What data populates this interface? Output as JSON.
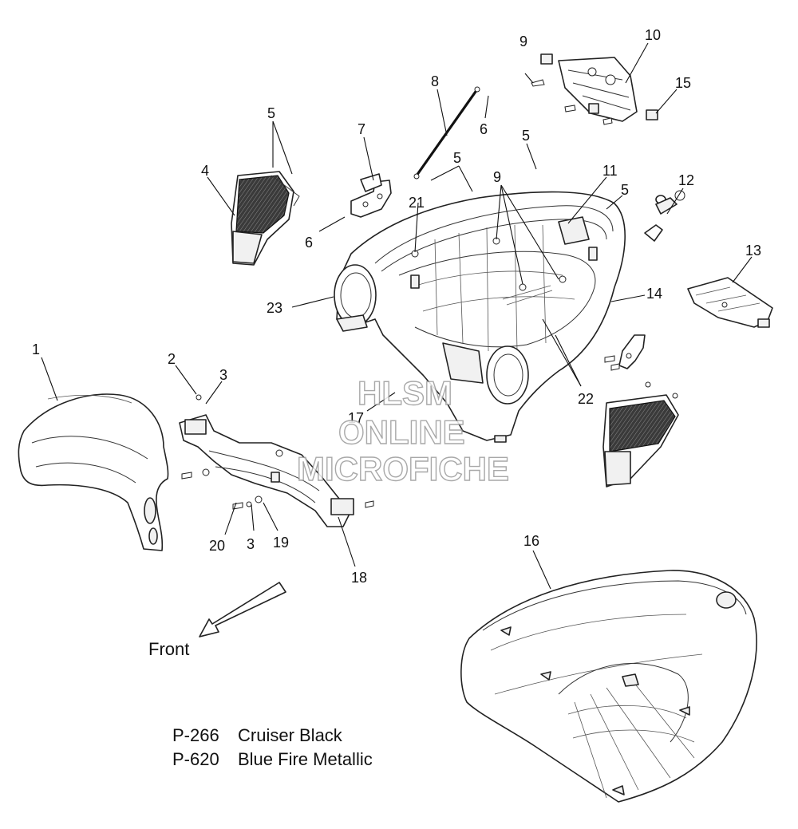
{
  "diagram": {
    "callouts": [
      {
        "id": "c1",
        "label": "1"
      },
      {
        "id": "c2",
        "label": "2"
      },
      {
        "id": "c3a",
        "label": "3"
      },
      {
        "id": "c3b",
        "label": "3"
      },
      {
        "id": "c4",
        "label": "4"
      },
      {
        "id": "c5a",
        "label": "5"
      },
      {
        "id": "c5b",
        "label": "5"
      },
      {
        "id": "c5c",
        "label": "5"
      },
      {
        "id": "c5d",
        "label": "5"
      },
      {
        "id": "c6a",
        "label": "6"
      },
      {
        "id": "c6b",
        "label": "6"
      },
      {
        "id": "c7",
        "label": "7"
      },
      {
        "id": "c8",
        "label": "8"
      },
      {
        "id": "c9a",
        "label": "9"
      },
      {
        "id": "c9b",
        "label": "9"
      },
      {
        "id": "c10",
        "label": "10"
      },
      {
        "id": "c11",
        "label": "11"
      },
      {
        "id": "c12",
        "label": "12"
      },
      {
        "id": "c13",
        "label": "13"
      },
      {
        "id": "c14",
        "label": "14"
      },
      {
        "id": "c15",
        "label": "15"
      },
      {
        "id": "c16",
        "label": "16"
      },
      {
        "id": "c17",
        "label": "17"
      },
      {
        "id": "c18",
        "label": "18"
      },
      {
        "id": "c19",
        "label": "19"
      },
      {
        "id": "c20",
        "label": "20"
      },
      {
        "id": "c21",
        "label": "21"
      },
      {
        "id": "c22",
        "label": "22"
      },
      {
        "id": "c23",
        "label": "23"
      }
    ],
    "direction_label": "Front",
    "legend": [
      {
        "code": "P-266",
        "name": "Cruiser Black"
      },
      {
        "code": "P-620",
        "name": "Blue Fire Metallic"
      }
    ],
    "watermark": [
      "HLSM",
      "ONLINE",
      "MICROFICHE"
    ]
  }
}
